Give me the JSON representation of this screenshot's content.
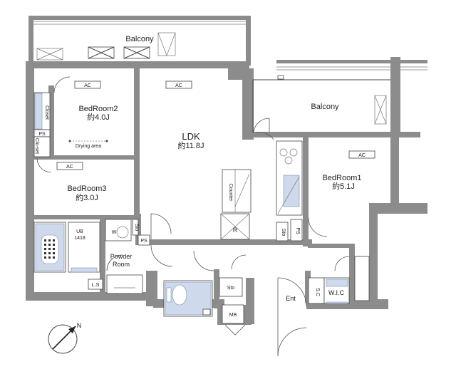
{
  "floorplan": {
    "balcony_top": "Balcony",
    "balcony_right": "Balcony",
    "bedroom2": {
      "name": "BedRoom2",
      "size": "約4.0J"
    },
    "bedroom3": {
      "name": "BedRoom3",
      "size": "約3.0J"
    },
    "bedroom1": {
      "name": "BedRoom1",
      "size": "約5.1J"
    },
    "ldk": {
      "name": "LDK",
      "size": "約11.8J"
    },
    "ac": "AC",
    "closet": "Closet",
    "closet2": "Clo-\nset",
    "ps": "PS",
    "drying_area": "Drying area",
    "counter": "Counter",
    "refrigerator": "R",
    "storage": "Sto",
    "ub": "UB",
    "ub_size": "1418",
    "washer": "W",
    "powder_room": "Powder\nRoom",
    "linen_storage": "L.S",
    "shoe_closet": "S.C",
    "wic": "W.I.C",
    "entrance": "Ent",
    "mb": "MB",
    "north": "N"
  },
  "colors": {
    "wall": "#8c8c8c",
    "fixture": "#cfd9ec"
  }
}
